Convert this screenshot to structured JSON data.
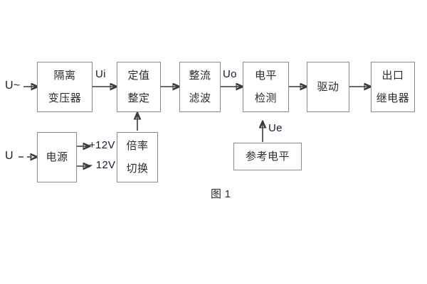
{
  "figure": {
    "caption": "图 1",
    "blocks": [
      {
        "id": "isolation-transformer",
        "lines": [
          "隔离",
          "变压器"
        ]
      },
      {
        "id": "setting-value",
        "lines": [
          "定值",
          "整定"
        ]
      },
      {
        "id": "rectify-filter",
        "lines": [
          "整流",
          "滤波"
        ]
      },
      {
        "id": "level-detection",
        "lines": [
          "电平",
          "检测"
        ]
      },
      {
        "id": "drive",
        "lines": [
          "驱动"
        ]
      },
      {
        "id": "output-relay",
        "lines": [
          "出口",
          "继电器"
        ]
      },
      {
        "id": "power-supply",
        "lines": [
          "电源"
        ]
      },
      {
        "id": "multiplier-switch",
        "lines": [
          "倍率",
          "切换"
        ]
      },
      {
        "id": "reference-level",
        "lines": [
          "参考电平"
        ]
      }
    ],
    "signal_labels": [
      {
        "id": "input-ac",
        "text": "U~"
      },
      {
        "id": "ui",
        "text": "Ui"
      },
      {
        "id": "uo",
        "text": "Uo"
      },
      {
        "id": "ue",
        "text": "Ue"
      },
      {
        "id": "input-dc",
        "text": "U"
      },
      {
        "id": "rail-positive",
        "text": "+12V"
      },
      {
        "id": "rail-negative",
        "text": "- 12V"
      }
    ],
    "colors": {
      "box_border": "#8a8a8a",
      "wire": "#3a3a3a",
      "text": "#2b2b2b",
      "background": "#ffffff"
    }
  }
}
